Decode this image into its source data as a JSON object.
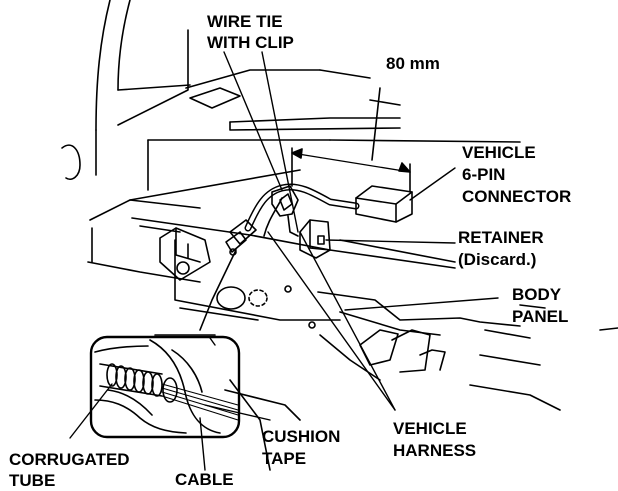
{
  "labels": {
    "wire_tie_line1": "WIRE TIE",
    "wire_tie_line2": "WITH CLIP",
    "dimension": "80 mm",
    "vehicle_connector_line1": "VEHICLE",
    "vehicle_connector_line2": "6-PIN",
    "vehicle_connector_line3": "CONNECTOR",
    "retainer_line1": "RETAINER",
    "retainer_line2": "(Discard.)",
    "body_panel_line1": "BODY",
    "body_panel_line2": "PANEL",
    "vehicle_harness_line1": "VEHICLE",
    "vehicle_harness_line2": "HARNESS",
    "cushion_tape_line1": "CUSHION",
    "cushion_tape_line2": "TAPE",
    "corrugated_tube_line1": "CORRUGATED",
    "corrugated_tube_line2": "TUBE",
    "cable": "CABLE"
  }
}
